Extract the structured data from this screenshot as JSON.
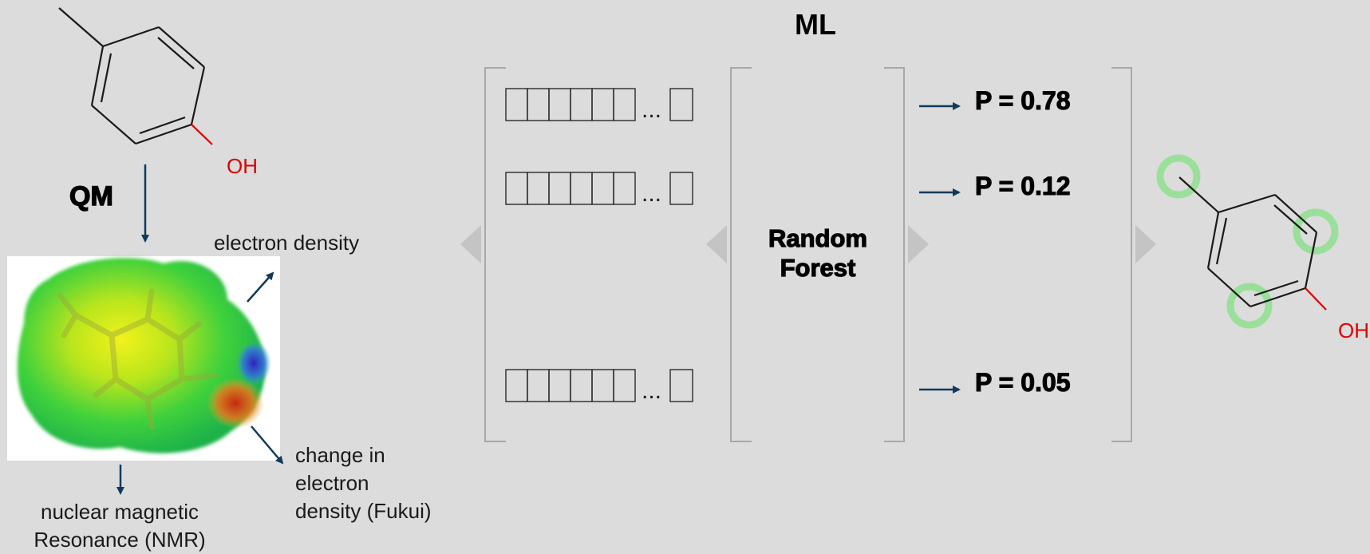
{
  "molecule": {
    "oh_label": "OH"
  },
  "qm_label": "QM",
  "ml_label": "ML",
  "electron_density_label": "electron density",
  "fukui_label": [
    "change in",
    "electron",
    "density (Fukui)"
  ],
  "nmr_label": [
    "nuclear magnetic",
    "Resonance (NMR)"
  ],
  "feature_vectors": [
    {
      "ellipsis": "..."
    },
    {
      "ellipsis": "..."
    },
    {
      "ellipsis": "..."
    }
  ],
  "model_label": [
    "Random",
    "Forest"
  ],
  "probabilities": [
    "P = 0.78",
    "P = 0.12",
    "P = 0.05"
  ],
  "colors": {
    "background": "#dcdcdc",
    "arrow": "#0f3a5c",
    "oh_red": "#e00000",
    "highlight_green": "#8ee08e",
    "bracket_gray": "#a8a8a8",
    "chevron_gray": "#c4c4c4"
  },
  "icons": {
    "surface_map": "electrostatic-potential-surface",
    "chevron": "triangle-right"
  }
}
